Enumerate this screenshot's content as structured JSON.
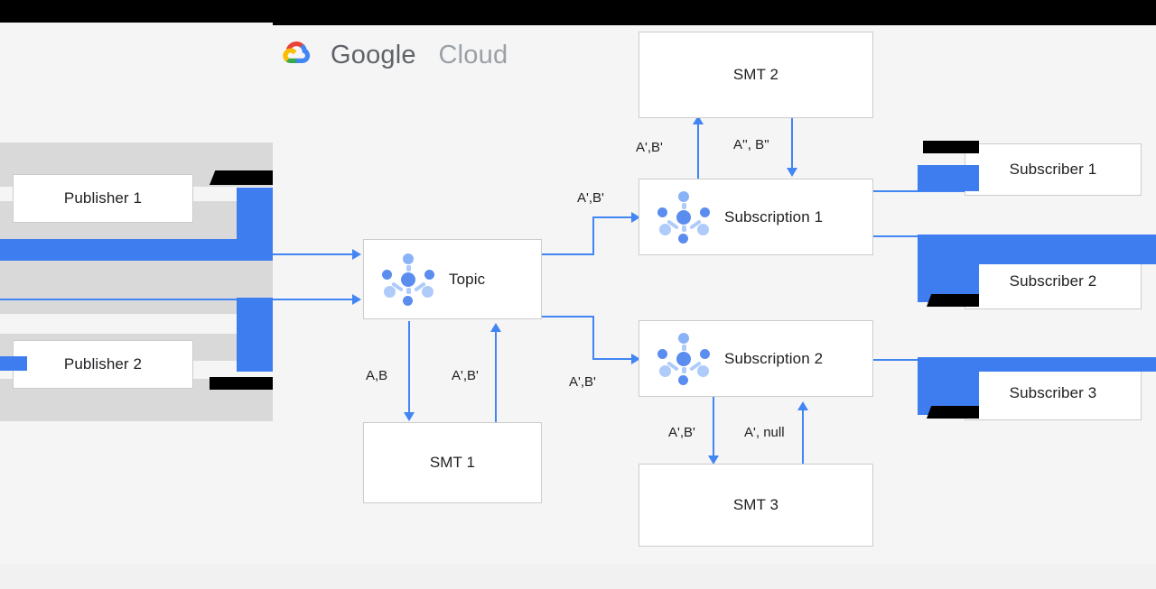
{
  "page": {
    "background": "#f5f5f5",
    "chrome_color": "#000000",
    "accent_color": "#4285f4",
    "redaction_blue": "#3d7df0",
    "redaction_black": "#000000"
  },
  "brand": {
    "name_primary": "Google",
    "name_secondary": "Cloud",
    "logo_icon": "google-cloud-logo-icon",
    "colors": {
      "red": "#ea4335",
      "yellow": "#fbbc04",
      "green": "#34a853",
      "blue": "#4285f4"
    }
  },
  "nodes": {
    "publishers": [
      {
        "id": "publisher-1",
        "label": "Publisher 1"
      },
      {
        "id": "publisher-2",
        "label": "Publisher 2"
      }
    ],
    "topic": {
      "id": "topic",
      "label": "Topic",
      "icon": "pubsub-topic-icon"
    },
    "subscriptions": [
      {
        "id": "subscription-1",
        "label": "Subscription 1",
        "icon": "pubsub-subscription-icon"
      },
      {
        "id": "subscription-2",
        "label": "Subscription 2",
        "icon": "pubsub-subscription-icon"
      }
    ],
    "transforms": [
      {
        "id": "smt-1",
        "label": "SMT 1"
      },
      {
        "id": "smt-2",
        "label": "SMT 2"
      },
      {
        "id": "smt-3",
        "label": "SMT 3"
      }
    ],
    "subscribers": [
      {
        "id": "subscriber-1",
        "label": "Subscriber 1"
      },
      {
        "id": "subscriber-2",
        "label": "Subscriber 2"
      },
      {
        "id": "subscriber-3",
        "label": "Subscriber 3"
      }
    ]
  },
  "edge_labels": {
    "topic_to_smt1": "A,B",
    "smt1_to_topic": "A',B'",
    "topic_to_subscription1": "A',B'",
    "topic_to_subscription2": "A',B'",
    "subscription1_to_smt2": "A',B'",
    "smt2_to_subscription1": "A'', B''",
    "subscription2_to_smt3": "A',B'",
    "smt3_to_subscription2": "A', null"
  }
}
